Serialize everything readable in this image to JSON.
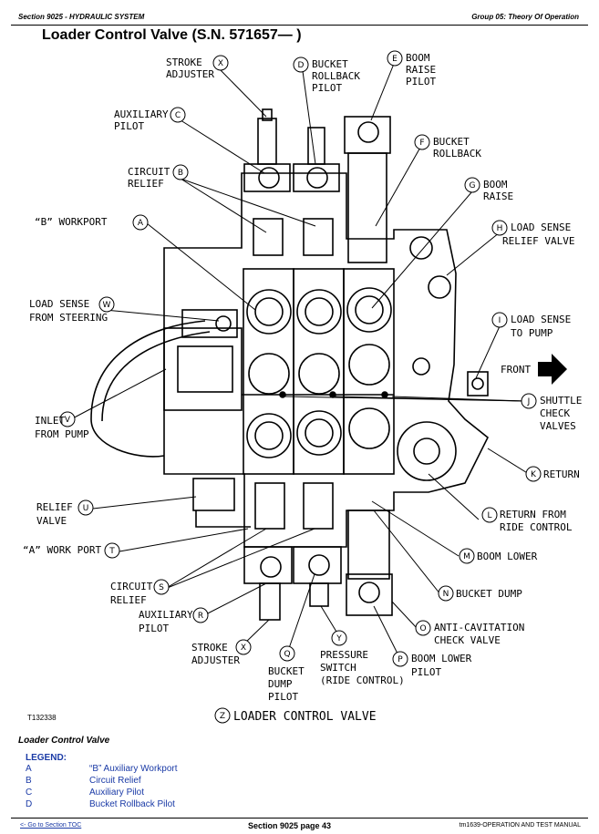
{
  "header": {
    "section": "Section 9025 - HYDRAULIC SYSTEM",
    "group": "Group 05: Theory Of Operation"
  },
  "title": "Loader Control Valve (S.N. 571657— )",
  "figure": {
    "callouts": {
      "X1": [
        "STROKE",
        "ADJUSTER"
      ],
      "D": [
        "BUCKET",
        "ROLLBACK",
        "PILOT"
      ],
      "E": [
        "BOOM",
        "RAISE",
        "PILOT"
      ],
      "C": [
        "AUXILIARY",
        "PILOT"
      ],
      "F": [
        "BUCKET",
        "ROLLBACK"
      ],
      "B": [
        "CIRCUIT",
        "RELIEF"
      ],
      "G": [
        "BOOM",
        "RAISE"
      ],
      "A": [
        "“B” WORKPORT"
      ],
      "H": [
        "LOAD SENSE",
        "RELIEF VALVE"
      ],
      "W": [
        "LOAD SENSE",
        "FROM STEERING"
      ],
      "I": [
        "LOAD SENSE",
        "TO PUMP"
      ],
      "FRONT": [
        "FRONT"
      ],
      "V": [
        "INLET",
        "FROM PUMP"
      ],
      "J": [
        "SHUTTLE",
        "CHECK",
        "VALVES"
      ],
      "K": [
        "RETURN"
      ],
      "U": [
        "RELIEF",
        "VALVE"
      ],
      "L": [
        "RETURN FROM",
        "RIDE CONTROL"
      ],
      "T": [
        "“A” WORK PORT"
      ],
      "M": [
        "BOOM LOWER"
      ],
      "S": [
        "CIRCUIT",
        "RELIEF"
      ],
      "N": [
        "BUCKET DUMP"
      ],
      "R": [
        "AUXILIARY",
        "PILOT"
      ],
      "O": [
        "ANTI-CAVITATION",
        "CHECK VALVE"
      ],
      "X2": [
        "STROKE",
        "ADJUSTER"
      ],
      "Q": [
        "BUCKET",
        "DUMP",
        "PILOT"
      ],
      "Y": [
        "PRESSURE",
        "SWITCH",
        "(RIDE CONTROL)"
      ],
      "P": [
        "BOOM LOWER",
        "PILOT"
      ],
      "Z": [
        "LOADER CONTROL VALVE"
      ]
    },
    "letters": {
      "X1": "X",
      "D": "D",
      "E": "E",
      "C": "C",
      "F": "F",
      "B": "B",
      "G": "G",
      "A": "A",
      "H": "H",
      "W": "W",
      "I": "I",
      "V": "V",
      "J": "J",
      "K": "K",
      "U": "U",
      "L": "L",
      "T": "T",
      "M": "M",
      "S": "S",
      "N": "N",
      "R": "R",
      "O": "O",
      "X2": "X",
      "Q": "Q",
      "Y": "Y",
      "P": "P",
      "Z": "Z"
    },
    "figure_id": "T132338"
  },
  "caption": "Loader Control Valve",
  "legend": {
    "title": "LEGEND:",
    "items": [
      {
        "key": "A",
        "value": "“B” Auxiliary Workport"
      },
      {
        "key": "B",
        "value": "Circuit Relief"
      },
      {
        "key": "C",
        "value": "Auxiliary Pilot"
      },
      {
        "key": "D",
        "value": "Bucket Rollback Pilot"
      }
    ]
  },
  "footer": {
    "toc_link": "<- Go to Section TOC",
    "page": "Section 9025 page 43",
    "manual": "tm1639-OPERATION AND TEST MANUAL"
  }
}
